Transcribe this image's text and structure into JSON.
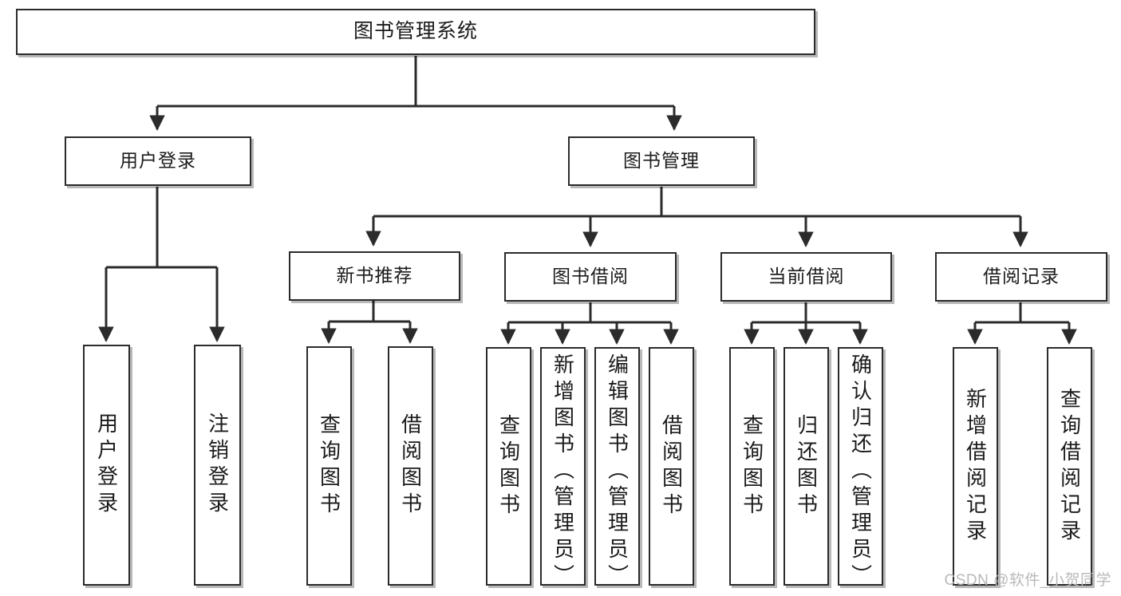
{
  "diagram": {
    "title": "图书管理系统",
    "watermark": "CSDN @软件_小贺同学",
    "colors": {
      "box_border": "#2b2b2b",
      "box_fill": "#ffffff",
      "edge": "#2b2b2b",
      "background": "#ffffff",
      "watermark": "#b9b9b9"
    },
    "nodes": {
      "root": {
        "label": "图书管理系统"
      },
      "level1": [
        {
          "id": "user-login",
          "label": "用户登录"
        },
        {
          "id": "book-management",
          "label": "图书管理"
        }
      ],
      "level2": [
        {
          "id": "new-book-recommend",
          "label": "新书推荐"
        },
        {
          "id": "book-borrow",
          "label": "图书借阅"
        },
        {
          "id": "current-borrow",
          "label": "当前借阅"
        },
        {
          "id": "borrow-record",
          "label": "借阅记录"
        }
      ],
      "leaves": [
        {
          "id": "leaf-user-login",
          "label": "用户登录",
          "parent": "user-login"
        },
        {
          "id": "leaf-logout",
          "label": "注销登录",
          "parent": "user-login"
        },
        {
          "id": "leaf-query-book-1",
          "label": "查询图书",
          "parent": "new-book-recommend"
        },
        {
          "id": "leaf-borrow-book-1",
          "label": "借阅图书",
          "parent": "new-book-recommend"
        },
        {
          "id": "leaf-query-book-2",
          "label": "查询图书",
          "parent": "book-borrow"
        },
        {
          "id": "leaf-add-book",
          "label": "新增图书（管理员）",
          "parent": "book-borrow"
        },
        {
          "id": "leaf-edit-book",
          "label": "编辑图书（管理员）",
          "parent": "book-borrow"
        },
        {
          "id": "leaf-borrow-book-2",
          "label": "借阅图书",
          "parent": "book-borrow"
        },
        {
          "id": "leaf-query-book-3",
          "label": "查询图书",
          "parent": "current-borrow"
        },
        {
          "id": "leaf-return-book",
          "label": "归还图书",
          "parent": "current-borrow"
        },
        {
          "id": "leaf-confirm-return",
          "label": "确认归还（管理员）",
          "parent": "current-borrow"
        },
        {
          "id": "leaf-add-record",
          "label": "新增借阅记录",
          "parent": "borrow-record"
        },
        {
          "id": "leaf-query-record",
          "label": "查询借阅记录",
          "parent": "borrow-record"
        }
      ]
    }
  }
}
